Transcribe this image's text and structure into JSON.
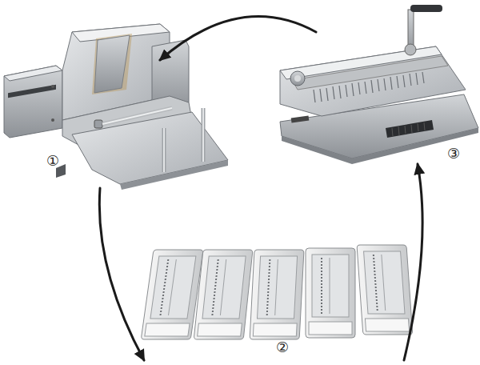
{
  "diagram": {
    "nodes": [
      {
        "text": [
          "①"
        ]
      },
      {
        "text": [
          "②"
        ]
      },
      {
        "text": [
          "③"
        ]
      }
    ],
    "edges": [
      {
        "from": 2,
        "to": 0,
        "arrow": "to"
      },
      {
        "from": 0,
        "to": 1,
        "arrow": "to"
      },
      {
        "from": 1,
        "to": 2,
        "arrow": "to"
      }
    ]
  }
}
